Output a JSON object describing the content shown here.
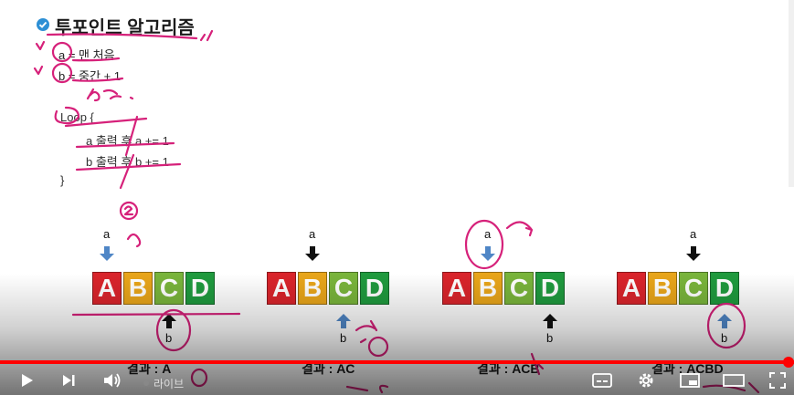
{
  "slide": {
    "title": "투포인트 알고리즘",
    "definitions": [
      {
        "text": "a = 맨 처음"
      },
      {
        "text": "b = 중간 + 1"
      }
    ],
    "code_lines": [
      "Loop {",
      "a 출력 후 a += 1",
      "b 출력 후 b += 1",
      "}"
    ],
    "blocks": [
      {
        "letter": "A",
        "color": "#d9242b"
      },
      {
        "letter": "B",
        "color": "#e8a51a"
      },
      {
        "letter": "C",
        "color": "#79b43b"
      },
      {
        "letter": "D",
        "color": "#1f9a3e"
      }
    ],
    "pointer_a_label": "a",
    "pointer_b_label": "b",
    "steps": [
      {
        "result": "결과 : A",
        "a_at": 0,
        "a_style": "blue",
        "b_at": 2,
        "b_style": "black",
        "a_visible": true,
        "b_visible": true
      },
      {
        "result": "결과 : AC",
        "a_at": 1,
        "a_style": "black",
        "b_at": 2,
        "b_style": "blue",
        "a_visible": true,
        "b_visible": true
      },
      {
        "result": "결과 : ACB",
        "a_at": 1,
        "a_style": "blue",
        "b_at": 3,
        "b_style": "black",
        "a_visible": true,
        "b_visible": false
      },
      {
        "result": "결과 : ACBD",
        "a_at": 2,
        "a_style": "black",
        "b_at": 3,
        "b_style": "blue",
        "a_visible": false,
        "b_visible": true
      }
    ],
    "pointer_colors": {
      "blue": "#4f86c6",
      "black": "#111111"
    }
  },
  "player": {
    "progress": 1.0,
    "accent_color": "#ff0000",
    "live_label": "라이브",
    "controls": [
      "play-icon",
      "next-icon",
      "volume-icon",
      "subtitles-icon",
      "settings-icon",
      "miniplayer-icon",
      "theater-icon",
      "fullscreen-icon"
    ]
  }
}
